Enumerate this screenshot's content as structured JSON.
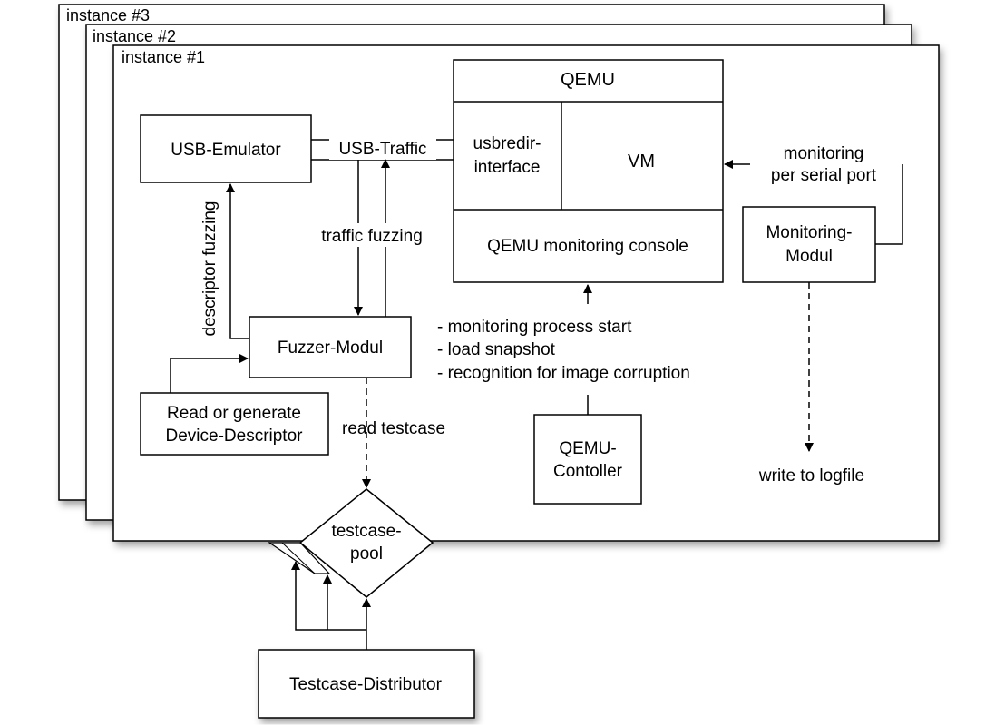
{
  "instances": {
    "back": "instance #3",
    "middle": "instance #2",
    "front": "instance #1"
  },
  "boxes": {
    "qemu_title": "QEMU",
    "usbredir_line1": "usbredir-",
    "usbredir_line2": "interface",
    "vm": "VM",
    "monitoring_console": "QEMU monitoring console",
    "usb_emulator": "USB-Emulator",
    "fuzzer_modul": "Fuzzer-Modul",
    "read_generate_line1": "Read or generate",
    "read_generate_line2": "Device-Descriptor",
    "monitoring_modul_line1": "Monitoring-",
    "monitoring_modul_line2": "Modul",
    "qemu_controller_line1": "QEMU-",
    "qemu_controller_line2": "Contoller",
    "testcase_distributor": "Testcase-Distributor",
    "testcase_pool_line1": "testcase-",
    "testcase_pool_line2": "pool"
  },
  "labels": {
    "usb_traffic": "USB-Traffic",
    "traffic_fuzzing": "traffic fuzzing",
    "descriptor_fuzzing": "descriptor fuzzing",
    "monitoring_serial_line1": "monitoring",
    "monitoring_serial_line2": "per serial port",
    "controller_task1": "- monitoring process start",
    "controller_task2": "- load snapshot",
    "controller_task3": "- recognition for image corruption",
    "read_testcase": "read testcase",
    "write_logfile": "write to logfile"
  }
}
